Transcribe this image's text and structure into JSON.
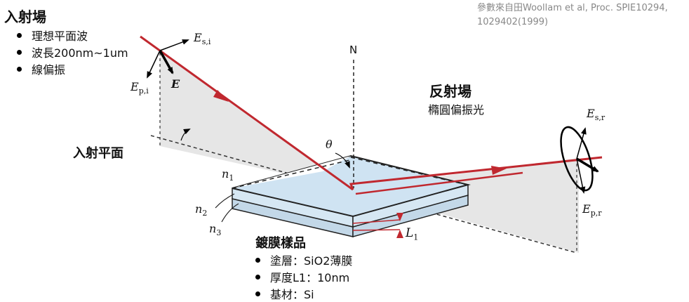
{
  "incident": {
    "title": "入射場",
    "bullets": [
      "理想平面波",
      "波長200nm~1um",
      "線偏振"
    ]
  },
  "reference": {
    "line1": "參數來自田Woollam et al, Proc. SPIE10294,",
    "line2": "1029402(1999)"
  },
  "plane_label": "入射平面",
  "reflected": {
    "title": "反射場",
    "subtitle": "橢圓偏振光"
  },
  "sample": {
    "title": "鍍膜樣品",
    "bullets": [
      "塗層：SiO2薄膜",
      "厚度L1：10nm",
      "基材：Si"
    ]
  },
  "labels": {
    "normal": "N",
    "theta": "θ",
    "E": "E",
    "Es_i_base": "E",
    "Es_i_sub": "s,i",
    "Ep_i_base": "E",
    "Ep_i_sub": "p,i",
    "Es_r_base": "E",
    "Es_r_sub": "s,r",
    "Ep_r_base": "E",
    "Ep_r_sub": "p,r",
    "n1_base": "n",
    "n1_sub": "1",
    "n2_base": "n",
    "n2_sub": "2",
    "n3_base": "n",
    "n3_sub": "3",
    "L1_base": "L",
    "L1_sub": "1"
  },
  "colors": {
    "beam": "#c0282f",
    "plane_fill": "#e6e6e6",
    "sample_top": "#cfe3f2",
    "sample_side": "#c3d8e8"
  }
}
